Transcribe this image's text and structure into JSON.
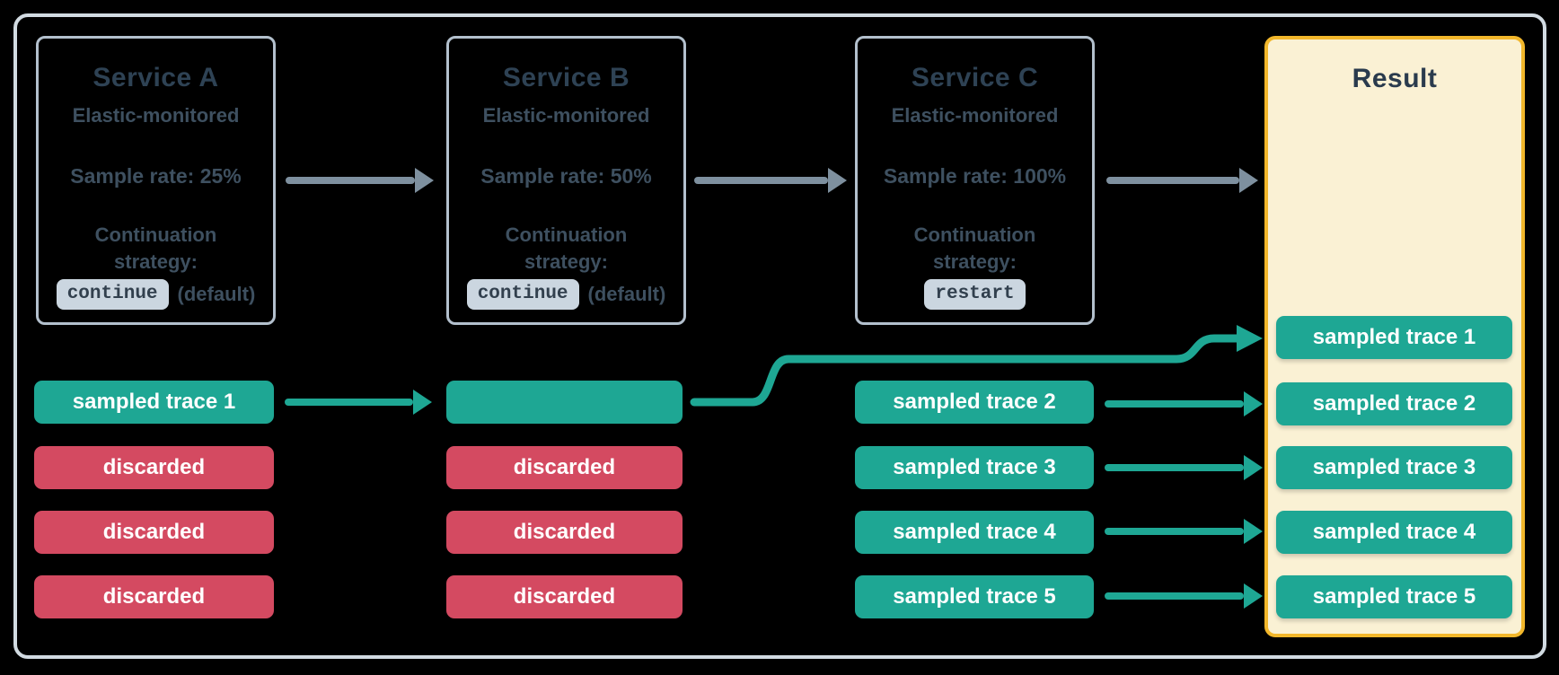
{
  "services": [
    {
      "title": "Service A",
      "subtitle": "Elastic-monitored",
      "sample_rate": "Sample rate: 25%",
      "continuation_line1": "Continuation",
      "continuation_line2": "strategy:",
      "strategy_chip": "continue",
      "strategy_suffix": "(default)"
    },
    {
      "title": "Service B",
      "subtitle": "Elastic-monitored",
      "sample_rate": "Sample rate: 50%",
      "continuation_line1": "Continuation",
      "continuation_line2": "strategy:",
      "strategy_chip": "continue",
      "strategy_suffix": "(default)"
    },
    {
      "title": "Service C",
      "subtitle": "Elastic-monitored",
      "sample_rate": "Sample rate: 100%",
      "continuation_line1": "Continuation",
      "continuation_line2": "strategy:",
      "strategy_chip": "restart",
      "strategy_suffix": ""
    }
  ],
  "columns": {
    "service_a": {
      "pills": [
        {
          "label": "sampled trace 1",
          "kind": "sampled"
        },
        {
          "label": "discarded",
          "kind": "discarded"
        },
        {
          "label": "discarded",
          "kind": "discarded"
        },
        {
          "label": "discarded",
          "kind": "discarded"
        }
      ]
    },
    "service_b": {
      "pills": [
        {
          "label": "",
          "kind": "sampled"
        },
        {
          "label": "discarded",
          "kind": "discarded"
        },
        {
          "label": "discarded",
          "kind": "discarded"
        },
        {
          "label": "discarded",
          "kind": "discarded"
        }
      ]
    },
    "service_c": {
      "pills": [
        {
          "label": "sampled trace 2",
          "kind": "sampled"
        },
        {
          "label": "sampled trace 3",
          "kind": "sampled"
        },
        {
          "label": "sampled trace 4",
          "kind": "sampled"
        },
        {
          "label": "sampled trace 5",
          "kind": "sampled"
        }
      ]
    }
  },
  "result": {
    "title": "Result",
    "pills": [
      {
        "label": "sampled trace 1",
        "kind": "sampled"
      },
      {
        "label": "sampled trace 2",
        "kind": "sampled"
      },
      {
        "label": "sampled trace 3",
        "kind": "sampled"
      },
      {
        "label": "sampled trace 4",
        "kind": "sampled"
      },
      {
        "label": "sampled trace 5",
        "kind": "sampled"
      }
    ]
  },
  "colors": {
    "sampled_teal": "#1EA794",
    "discarded_red": "#D44A61",
    "result_fill": "#FAF1D4",
    "result_border": "#F2B72B",
    "service_border": "#B3C0CD",
    "frame_border": "#D2DBE2",
    "text_dark": "#2E4254",
    "text_body": "#3E5060",
    "chip_bg": "#CBD6E0",
    "chip_text": "#32404E",
    "flow_arrow_gray": "#7E909F",
    "pill_text": "#FFFFFF"
  }
}
